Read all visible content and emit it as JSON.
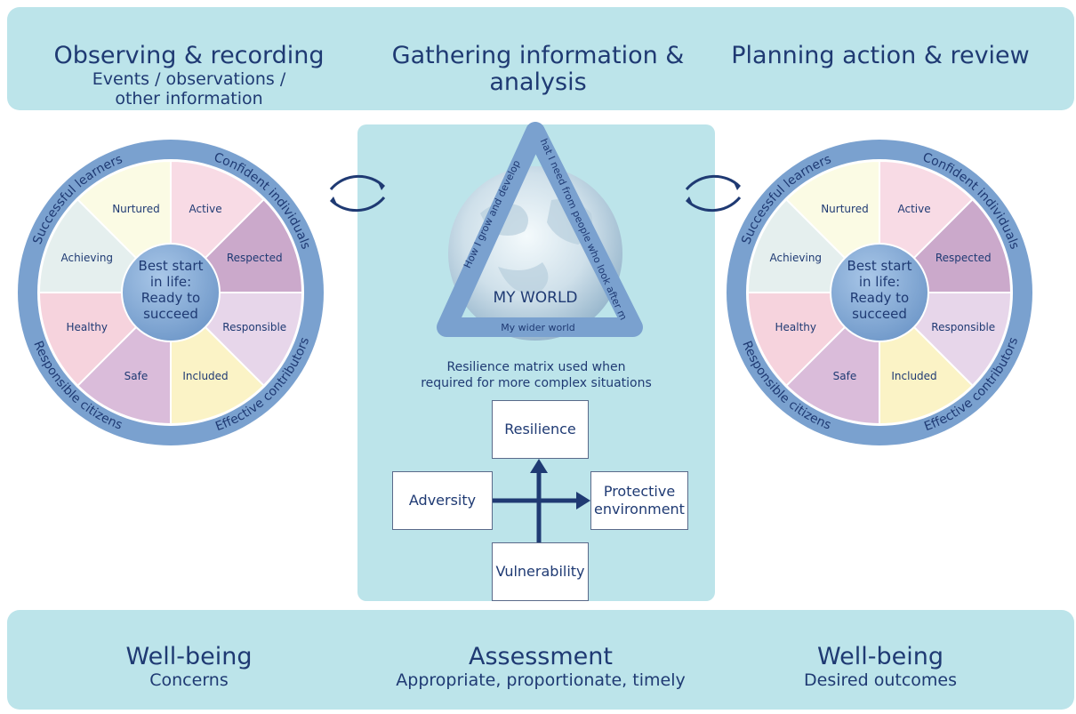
{
  "top": {
    "left_title": "Observing & recording",
    "left_sub1": "Events / observations /",
    "left_sub2": "other information",
    "center_title1": "Gathering information &",
    "center_title2": "analysis",
    "right_title": "Planning action & review"
  },
  "bottom": {
    "left_title": "Well-being",
    "left_sub": "Concerns",
    "center_title": "Assessment",
    "center_sub": "Appropriate, proportionate, timely",
    "right_title": "Well-being",
    "right_sub": "Desired outcomes"
  },
  "wheel": {
    "ring_labels": [
      "Successful learners",
      "Confident individuals",
      "Responsible citizens",
      "Effective contributors"
    ],
    "center_lines": [
      "Best start",
      "in life:",
      "Ready to",
      "succeed"
    ],
    "segments": [
      {
        "label": "Active",
        "color": "#f8dbe5"
      },
      {
        "label": "Respected",
        "color": "#cba9cb"
      },
      {
        "label": "Responsible",
        "color": "#e7d6ea"
      },
      {
        "label": "Included",
        "color": "#fbf3c6"
      },
      {
        "label": "Safe",
        "color": "#dabcda"
      },
      {
        "label": "Healthy",
        "color": "#f6d3dd"
      },
      {
        "label": "Achieving",
        "color": "#e5efee"
      },
      {
        "label": "Nurtured",
        "color": "#fbfbe4"
      }
    ]
  },
  "triangle": {
    "left_side": "How I grow and develop",
    "right_side": "What I need from people who look after me",
    "bottom_side": "My wider world",
    "center": "MY WORLD"
  },
  "matrix": {
    "caption1": "Resilience matrix used when",
    "caption2": "required for more complex situations",
    "resilience": "Resilience",
    "adversity": "Adversity",
    "protective1": "Protective",
    "protective2": "environment",
    "vulnerability": "Vulnerability"
  },
  "colors": {
    "band": "#bce4ea",
    "ring": "#7aa1cf",
    "navy": "#1f3a73"
  }
}
